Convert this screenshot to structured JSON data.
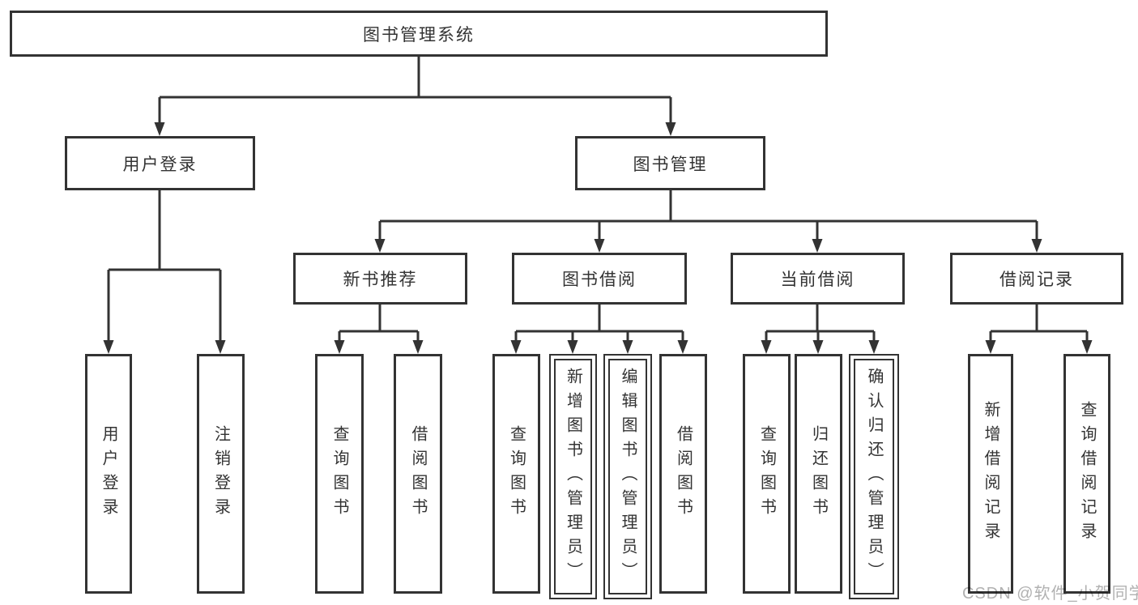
{
  "title": "图书管理系统",
  "level2": {
    "login": "用户登录",
    "management": "图书管理"
  },
  "level3": {
    "newbooks": "新书推荐",
    "borrow": "图书借阅",
    "current": "当前借阅",
    "records": "借阅记录"
  },
  "leaves": {
    "login": [
      "用户登录",
      "注销登录"
    ],
    "newbooks": [
      "查询图书",
      "借阅图书"
    ],
    "borrow": [
      "查询图书",
      "新增图书（管理员）",
      "编辑图书（管理员）",
      "借阅图书"
    ],
    "current": [
      "查询图书",
      "归还图书",
      "确认归还（管理员）"
    ],
    "records": [
      "新增借阅记录",
      "查询借阅记录"
    ]
  },
  "watermark": "CSDN @软件_小贺同学",
  "colors": {
    "line": "#333333",
    "text": "#333333",
    "watermark": "#adadad",
    "background": "#ffffff"
  }
}
